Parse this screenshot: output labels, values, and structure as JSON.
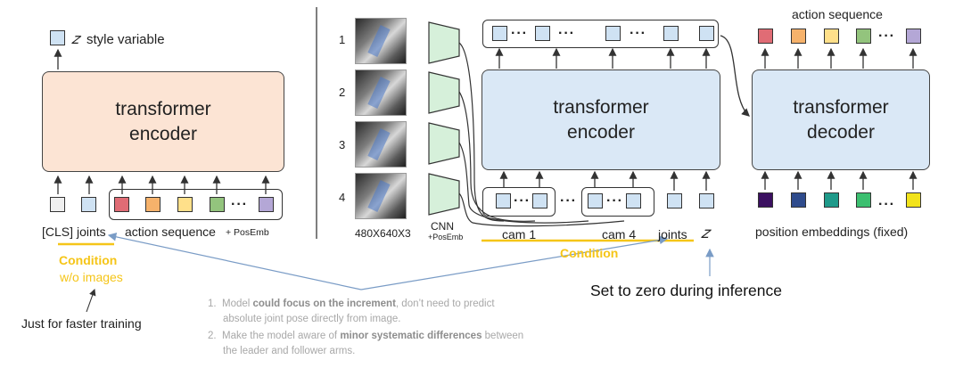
{
  "left_encoder": {
    "title": "transformer\nencoder",
    "fill": "#fce4d4",
    "output_var": "𝑧",
    "output_label": "style variable",
    "cls_label": "[CLS]",
    "joints_label": "joints",
    "action_label": "action sequence",
    "posemb_label": "+ PosEmb",
    "condition_label": "Condition",
    "condition_sub": "w/o images",
    "faster_note": "Just for faster training"
  },
  "cameras": {
    "numbers": [
      "1",
      "2",
      "3",
      "4"
    ],
    "size_label": "480X640X3",
    "cnn_label": "CNN",
    "cnn_sub": "+PosEmb"
  },
  "main_encoder": {
    "title": "transformer\nencoder",
    "fill": "#dae8f6",
    "cam1_label": "cam 1",
    "cam4_label": "cam 4",
    "joints_label": "joints",
    "z_label": "𝑧",
    "condition_label": "Condition",
    "zero_note": "Set to zero during inference"
  },
  "decoder": {
    "title": "transformer\ndecoder",
    "fill": "#dae8f6",
    "output_label": "action sequence",
    "input_label": "position embeddings (fixed)"
  },
  "notes": {
    "n1_num": "1.",
    "n1_a": "Model ",
    "n1_b": "could focus on the increment",
    "n1_c": ", don’t need to predict",
    "n1_d": "absolute joint pose directly from image.",
    "n2_num": "2.",
    "n2_a": "Make the model aware of ",
    "n2_b": "minor systematic differences",
    "n2_c": " between",
    "n2_d": "the leader and follower arms."
  },
  "colors": {
    "token_blue": "#cfe2f3",
    "token_gray": "#efefef",
    "condition": "#f5c518",
    "note_arrow": "#7a9cc6",
    "action_colors": [
      "#e06c75",
      "#f6b26b",
      "#ffe08a",
      "#93c47d",
      "#b4a7d6"
    ],
    "decoder_out_colors": [
      "#e06c75",
      "#f6b26b",
      "#ffe08a",
      "#93c47d",
      "#b4a7d6"
    ],
    "pos_emb_colors": [
      "#3b1060",
      "#2f4b8c",
      "#1f9a8a",
      "#3cbf70",
      "#f2e31b"
    ]
  }
}
